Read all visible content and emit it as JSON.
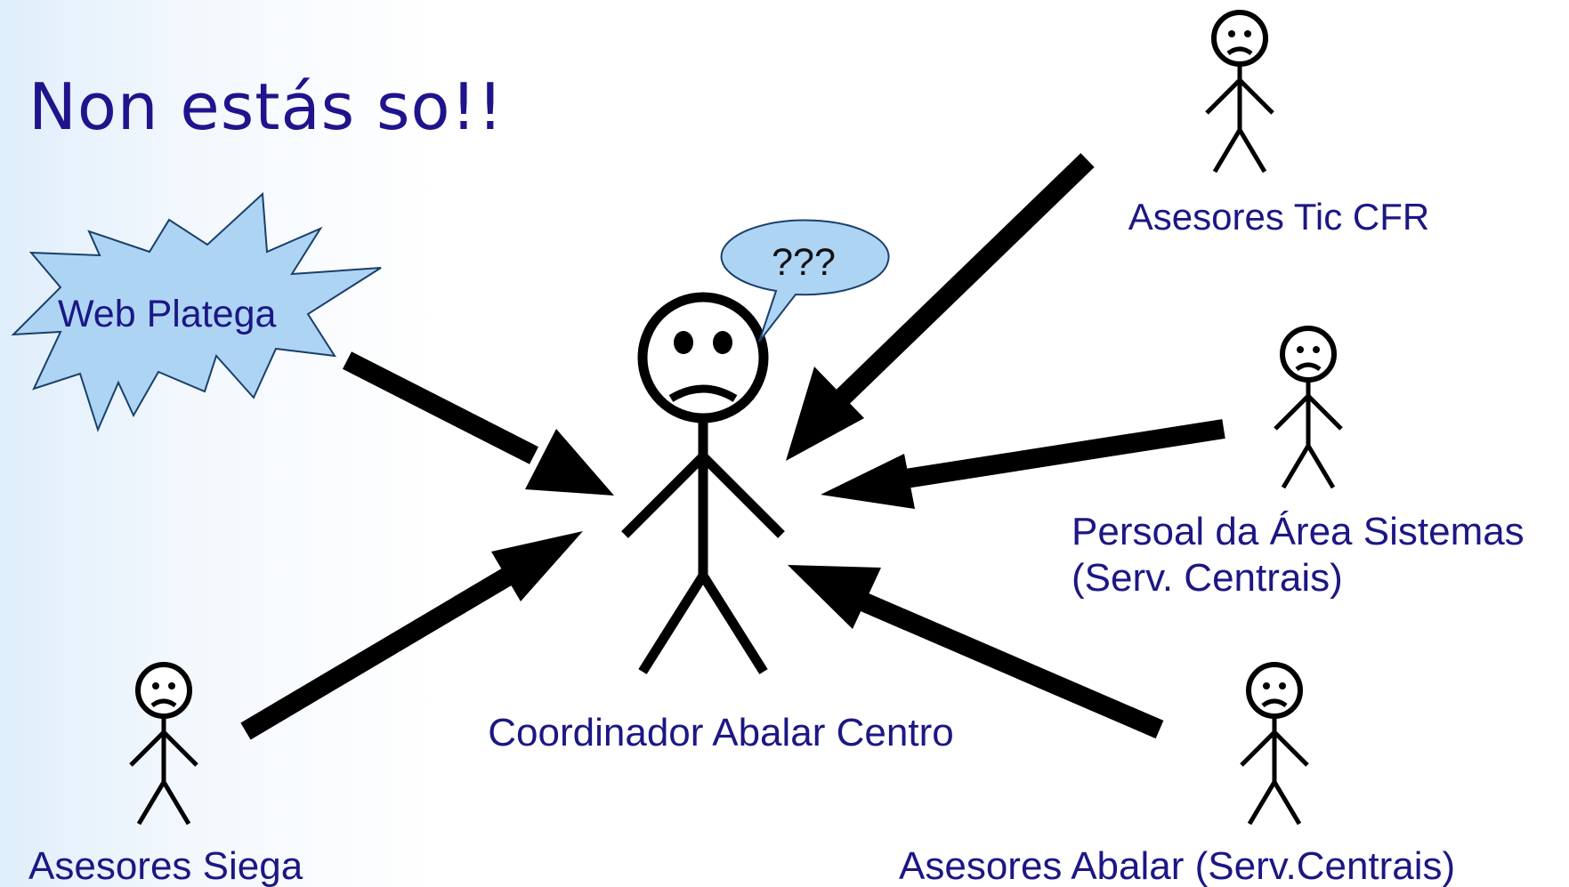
{
  "slide": {
    "title": "Non estás so!!"
  },
  "labels": {
    "web": "Web Platega",
    "bubble": "???",
    "center": "Coordinador Abalar Centro",
    "tic": "Asesores Tic CFR",
    "persoal_line1": "Persoal da Área Sistemas",
    "persoal_line2": "(Serv. Centrais)",
    "siega": "Asesores Siega",
    "abalar": "Asesores Abalar (Serv.Centrais)"
  },
  "icons": {
    "sad_face": "sad-stick-figure",
    "star_burst": "explosion-shape",
    "speech": "speech-bubble"
  },
  "colors": {
    "title": "#1f148c",
    "label": "#1c1784",
    "burst_fill": "#aed4f4",
    "bubble_fill": "#aed4f4",
    "line": "#000000"
  }
}
